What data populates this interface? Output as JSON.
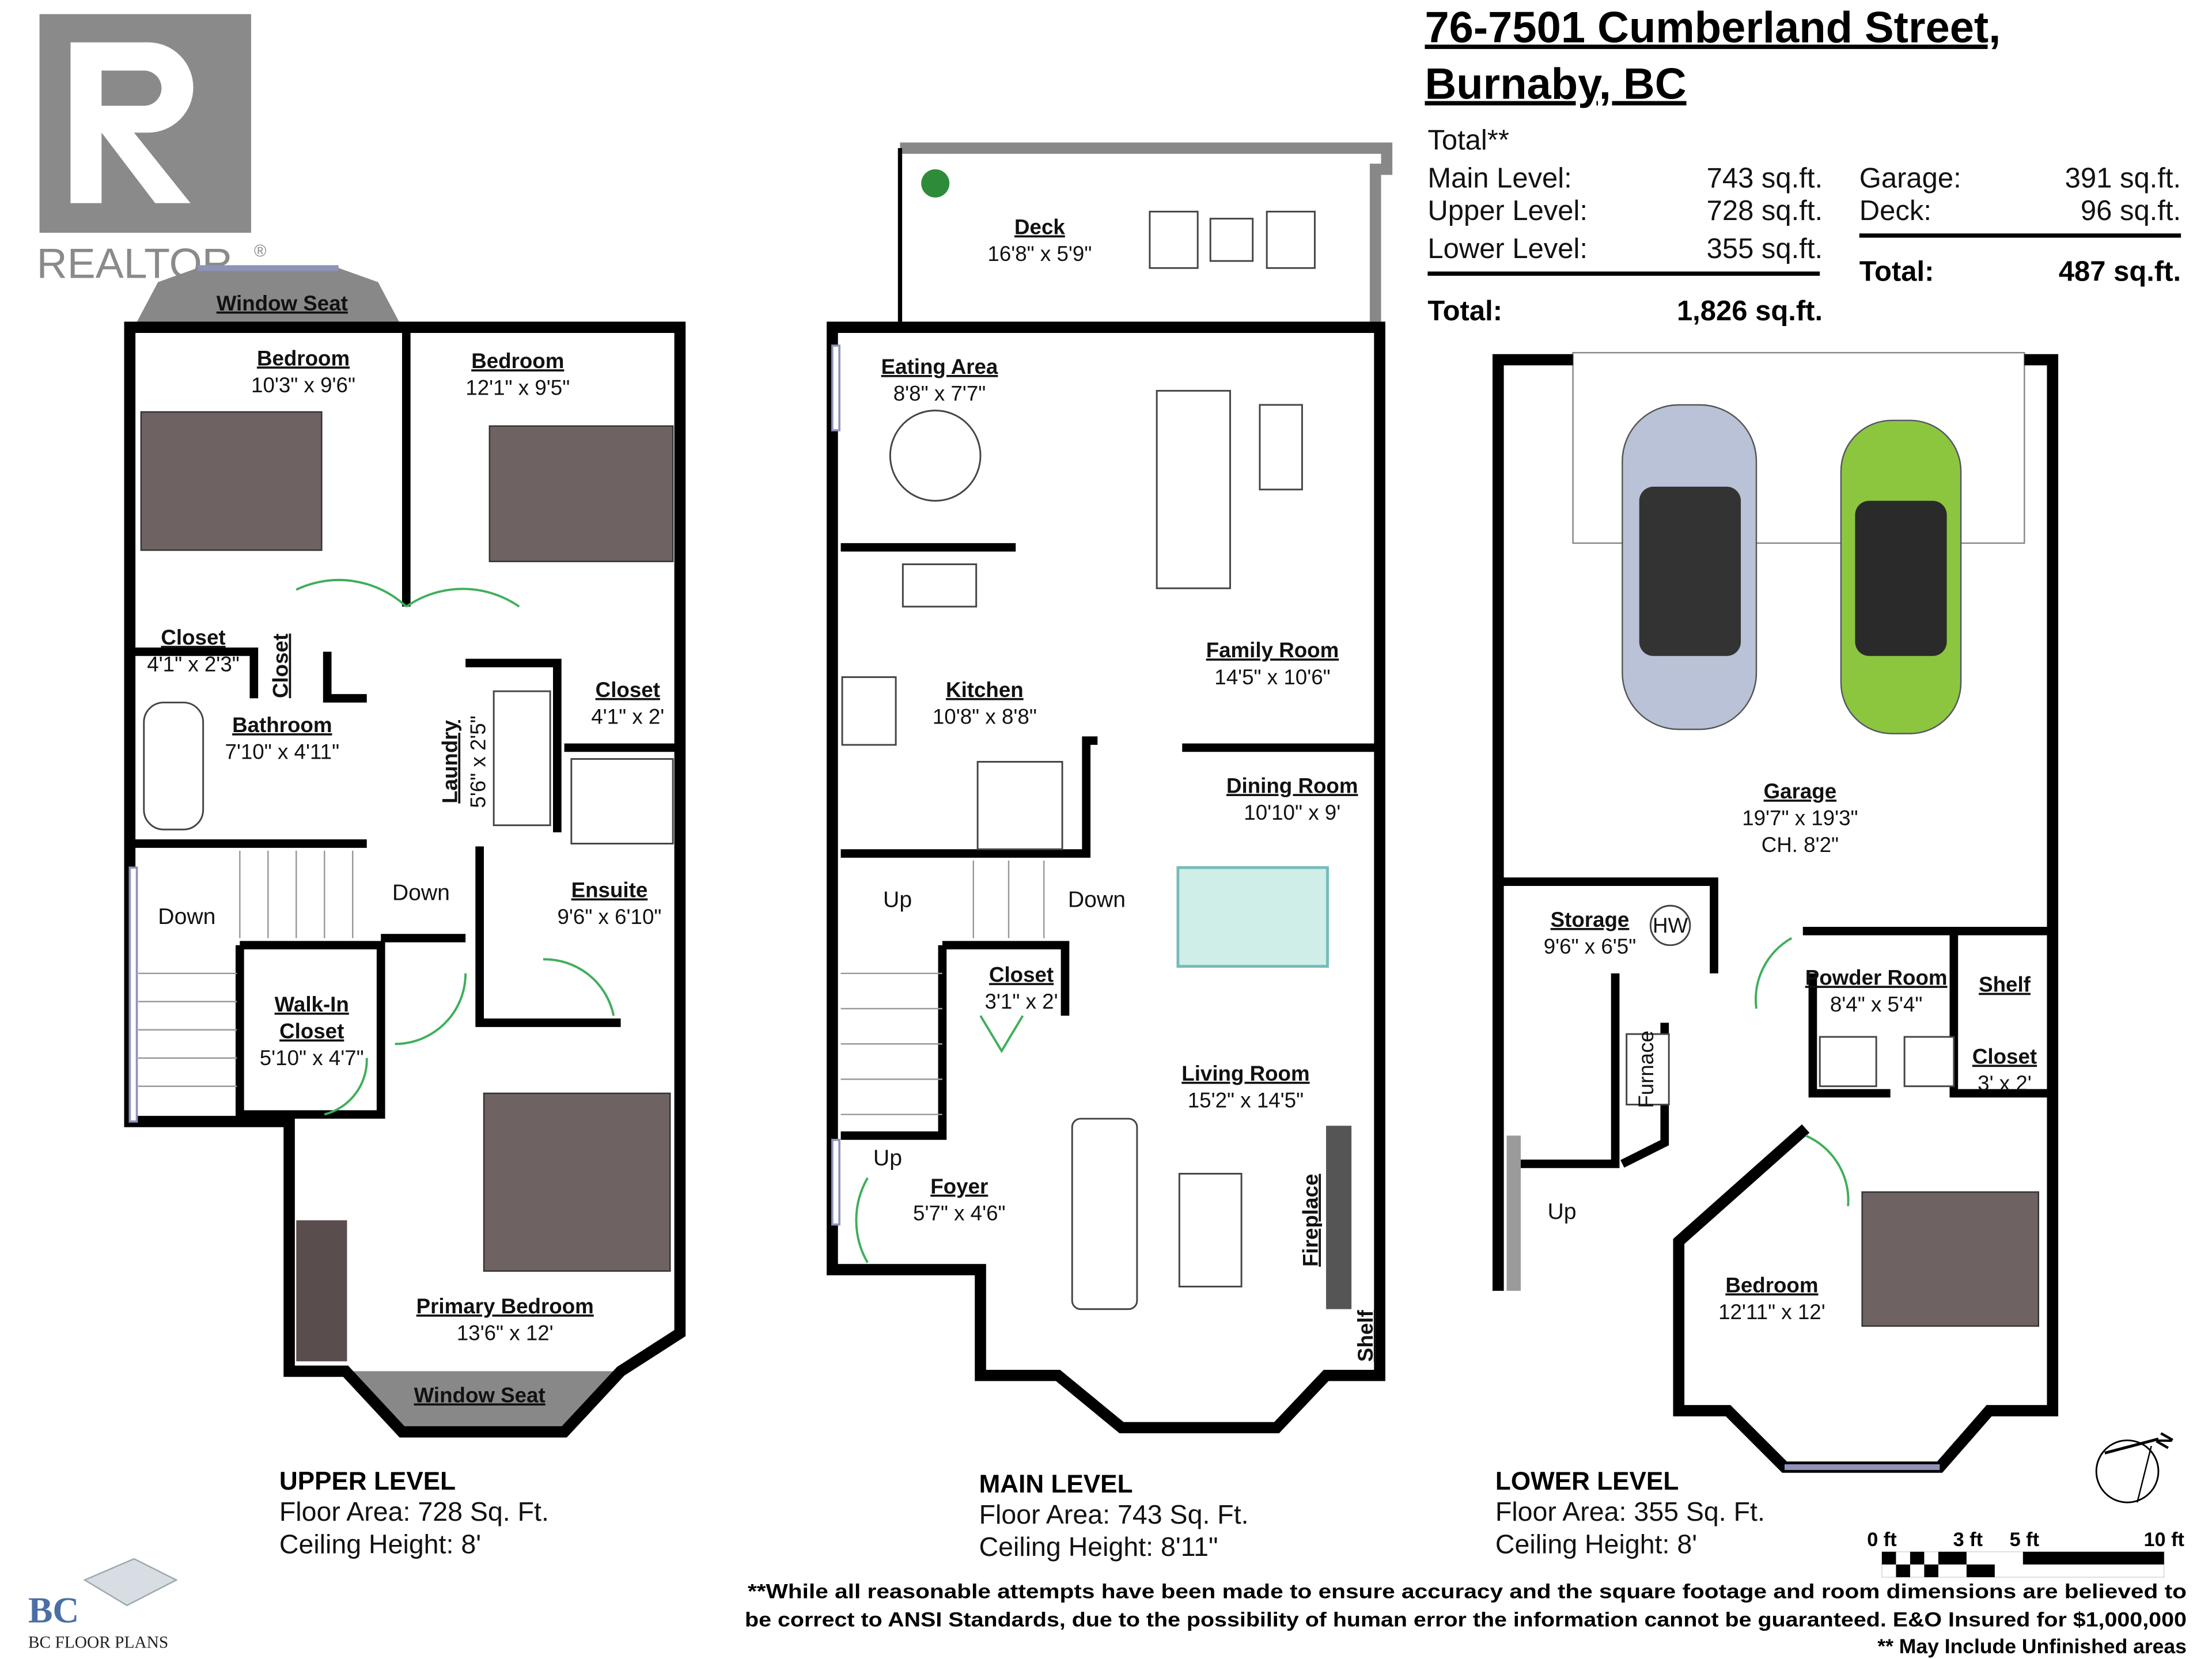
{
  "logos": {
    "realtor_text": "REALTOR",
    "realtor_mark": "®",
    "bc_floor_plans": "BC FLOOR PLANS"
  },
  "header": {
    "address_line1": "76-7501 Cumberland Street,",
    "address_line2": "Burnaby, BC"
  },
  "summary": {
    "heading": "Total**",
    "levels": [
      {
        "label": "Main Level:",
        "value": "743 sq.ft."
      },
      {
        "label": "Upper Level:",
        "value": "728 sq.ft."
      },
      {
        "label": "Lower Level:",
        "value": "355 sq.ft."
      }
    ],
    "levels_total": {
      "label": "Total:",
      "value": "1,826 sq.ft."
    },
    "extras": [
      {
        "label": "Garage:",
        "value": "391 sq.ft."
      },
      {
        "label": "Deck:",
        "value": "96 sq.ft."
      }
    ],
    "extras_total": {
      "label": "Total:",
      "value": "487 sq.ft."
    }
  },
  "levels": {
    "upper": {
      "title": "UPPER LEVEL",
      "floor_area": "Floor Area: 728 Sq. Ft.",
      "ceiling": "Ceiling Height: 8'",
      "rooms": [
        {
          "name": "Window Seat",
          "dims": ""
        },
        {
          "name": "Bedroom",
          "dims": "10'3\" x 9'6\""
        },
        {
          "name": "Bedroom",
          "dims": "12'1\" x 9'5\""
        },
        {
          "name": "Closet",
          "dims": "4'1\" x 2'3\""
        },
        {
          "name": "Closet",
          "dims": ""
        },
        {
          "name": "Bathroom",
          "dims": "7'10\" x 4'11\""
        },
        {
          "name": "Laundry",
          "dims": "5'6\" x 2'5\""
        },
        {
          "name": "Closet",
          "dims": "4'1\" x 2'"
        },
        {
          "name": "Ensuite",
          "dims": "9'6\" x 6'10\""
        },
        {
          "name": "Walk-In Closet",
          "dims": "5'10\" x 4'7\""
        },
        {
          "name": "Primary Bedroom",
          "dims": "13'6\" x 12'"
        },
        {
          "name": "Window Seat",
          "dims": ""
        }
      ],
      "stairs": [
        "Down",
        "Down"
      ]
    },
    "main": {
      "title": "MAIN LEVEL",
      "floor_area": "Floor Area: 743 Sq. Ft.",
      "ceiling": "Ceiling Height: 8'11\"",
      "rooms": [
        {
          "name": "Deck",
          "dims": "16'8\" x 5'9\""
        },
        {
          "name": "Eating Area",
          "dims": "8'8\" x 7'7\""
        },
        {
          "name": "Family Room",
          "dims": "14'5\" x 10'6\""
        },
        {
          "name": "Kitchen",
          "dims": "10'8\" x 8'8\""
        },
        {
          "name": "Dining Room",
          "dims": "10'10\" x 9'"
        },
        {
          "name": "Closet",
          "dims": "3'1\" x 2'"
        },
        {
          "name": "Living Room",
          "dims": "15'2\" x 14'5\""
        },
        {
          "name": "Foyer",
          "dims": "5'7\" x 4'6\""
        }
      ],
      "stairs": [
        "Up",
        "Down",
        "Up"
      ],
      "fixtures": [
        "Fireplace",
        "Shelf"
      ]
    },
    "lower": {
      "title": "LOWER LEVEL",
      "floor_area": "Floor Area: 355 Sq. Ft.",
      "ceiling": "Ceiling Height: 8'",
      "rooms": [
        {
          "name": "Garage",
          "dims": "19'7\" x 19'3\"",
          "extra": "CH. 8'2\""
        },
        {
          "name": "Storage",
          "dims": "9'6\" x 6'5\""
        },
        {
          "name": "Powder Room",
          "dims": "8'4\" x 5'4\""
        },
        {
          "name": "Shelf",
          "dims": ""
        },
        {
          "name": "Closet",
          "dims": "3' x 2'"
        },
        {
          "name": "Bedroom",
          "dims": "12'11\" x 12'"
        }
      ],
      "stairs": [
        "Up"
      ],
      "fixtures": [
        "HW",
        "Furnace"
      ],
      "car_colors": [
        "#b9c2d6",
        "#8cc63f"
      ]
    }
  },
  "scale_bar": {
    "ticks": [
      "0 ft",
      "3 ft",
      "5 ft",
      "10 ft"
    ]
  },
  "compass": {
    "label": "N"
  },
  "disclaimer": {
    "line1": "**While all reasonable attempts have been made to ensure accuracy and the square footage and room dimensions are believed to",
    "line2": "be correct to ANSI Standards, due to the possibility of human error the information cannot be guaranteed. E&O Insured for $1,000,000",
    "line3": "** May Include Unfinished areas"
  }
}
